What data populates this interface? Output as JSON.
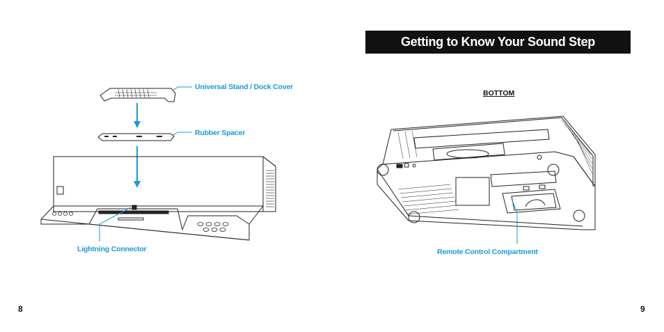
{
  "left_page": {
    "page_number": "8",
    "callouts": {
      "stand_cover": "Universal Stand / Dock Cover",
      "rubber_spacer": "Rubber Spacer",
      "lightning_connector": "Lightning Connector"
    }
  },
  "right_page": {
    "page_number": "9",
    "title": "Getting to Know Your Sound Step",
    "section_label": "BOTTOM",
    "callouts": {
      "remote_compartment": "Remote Control Compartment"
    }
  },
  "colors": {
    "callout": "#1a9ad7",
    "title_bar_bg": "#111111",
    "title_text": "#ffffff",
    "line_art": "#222222"
  }
}
